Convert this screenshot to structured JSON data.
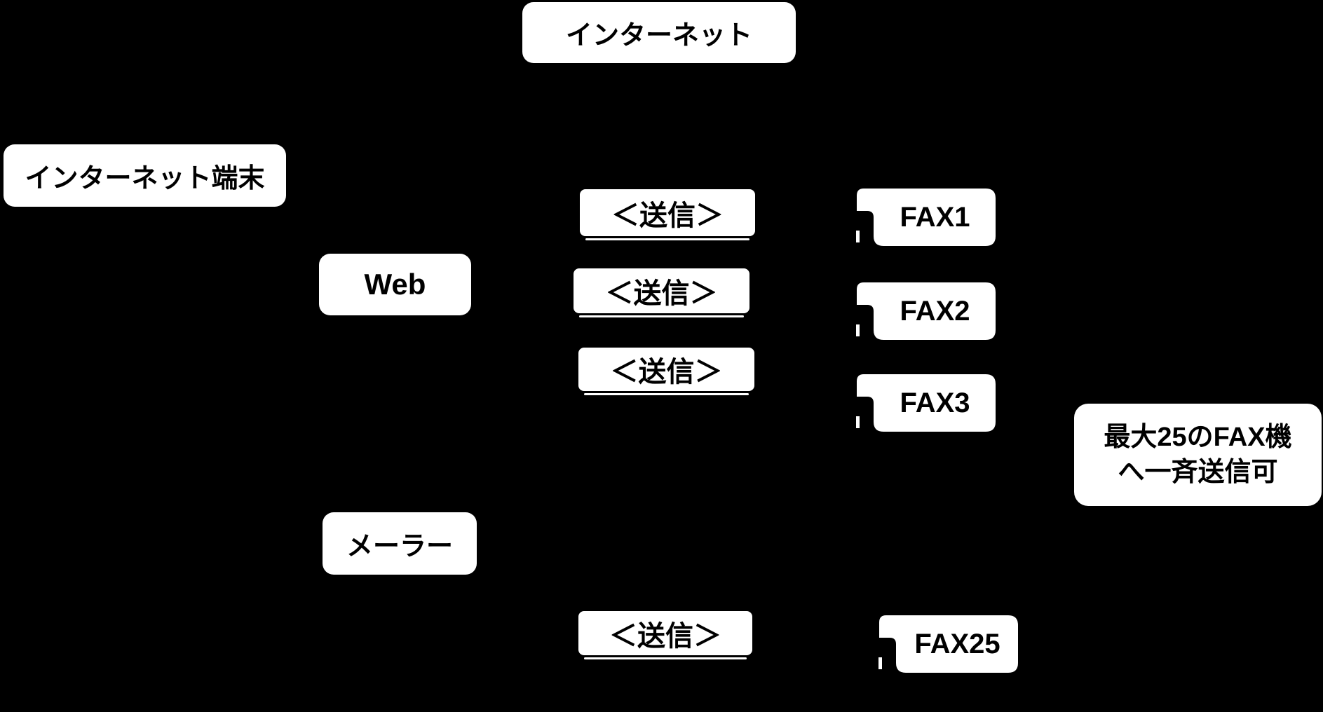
{
  "diagram": {
    "colors": {
      "background": "#000000",
      "box_fill": "#ffffff",
      "text": "#000000"
    },
    "nodes": {
      "internet": {
        "label": "インターネット"
      },
      "terminal": {
        "label": "インターネット端末"
      },
      "web": {
        "label": "Web"
      },
      "mailer": {
        "label": "メーラー"
      }
    },
    "send_actions": [
      {
        "label": "＜送信＞"
      },
      {
        "label": "＜送信＞"
      },
      {
        "label": "＜送信＞"
      },
      {
        "label": "＜送信＞"
      }
    ],
    "fax_machines": [
      {
        "label": "FAX1"
      },
      {
        "label": "FAX2"
      },
      {
        "label": "FAX3"
      },
      {
        "label": "FAX25"
      }
    ],
    "note": {
      "line1": "最大25のFAX機",
      "line2": "へ一斉送信可"
    }
  }
}
